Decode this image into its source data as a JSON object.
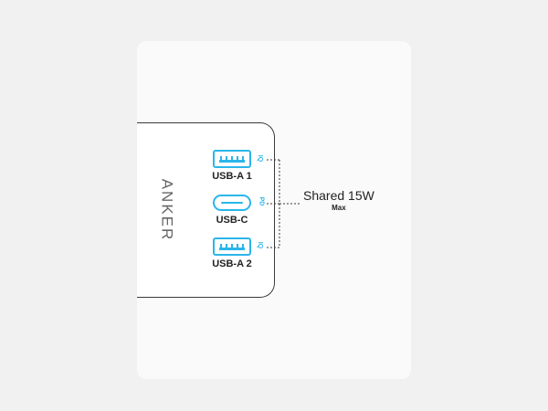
{
  "brand": {
    "name": "ANKER"
  },
  "ports": [
    {
      "label": "USB-A 1",
      "tag": "IQ"
    },
    {
      "label": "USB-C",
      "tag": "PD"
    },
    {
      "label": "USB-A 2",
      "tag": "IQ"
    }
  ],
  "callout": {
    "title": "Shared 15W",
    "subtitle": "Max"
  },
  "colors": {
    "accent": "#2bb6ea",
    "outline": "#3a3a3a"
  }
}
